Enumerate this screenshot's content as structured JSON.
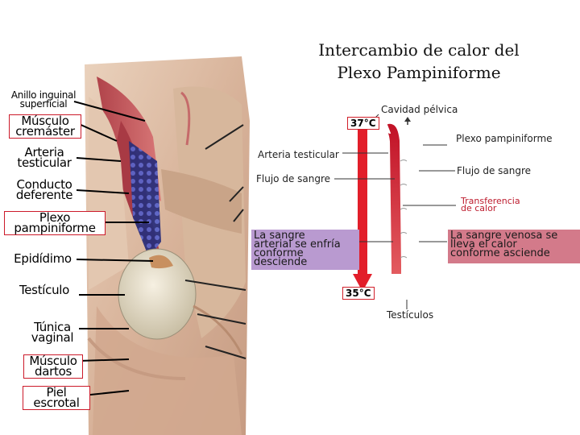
{
  "title_line1": "Intercambio de calor del",
  "title_line2": "Plexo Pampiniforme",
  "labels": {
    "anillo_1": "Anillo inguinal",
    "anillo_2": "superficial",
    "cremaster_1": "Músculo",
    "cremaster_2": "cremáster",
    "arteria_1": "Arteria",
    "arteria_2": "testicular",
    "conducto_1": "Conducto",
    "conducto_2": "deferente",
    "plexo_1": "Plexo",
    "plexo_2": "pampiniforme",
    "epididimo": "Epidídimo",
    "testiculo": "Testículo",
    "tunica_1": "Túnica",
    "tunica_2": "vaginal",
    "dartos_1": "Músculo",
    "dartos_2": "dartos",
    "piel_1": "Piel",
    "piel_2": "escrotal"
  },
  "diagram": {
    "cavidad": "Cavidad pélvica",
    "temp_top": "37°C",
    "temp_bottom": "35°C",
    "plexo": "Plexo pampiniforme",
    "arteria": "Arteria testicular",
    "flujo_left": "Flujo de sangre",
    "flujo_right": "Flujo de sangre",
    "transfer_1": "Transferencia",
    "transfer_2": "de calor",
    "arterial_1": "La sangre",
    "arterial_2": "arterial se enfría",
    "arterial_3": "conforme",
    "arterial_4": "desciende",
    "venosa_1": "La sangre venosa se",
    "venosa_2": "lleva el calor",
    "venosa_3": "conforme asciende",
    "testiculos": "Testículos"
  },
  "colors": {
    "artery": "#d21f2a",
    "vein": "#8a6aa0",
    "label_box": "#cc1a2a",
    "callout_bg": "#d37a8a",
    "callout_purple_bg": "#b99ad0"
  }
}
